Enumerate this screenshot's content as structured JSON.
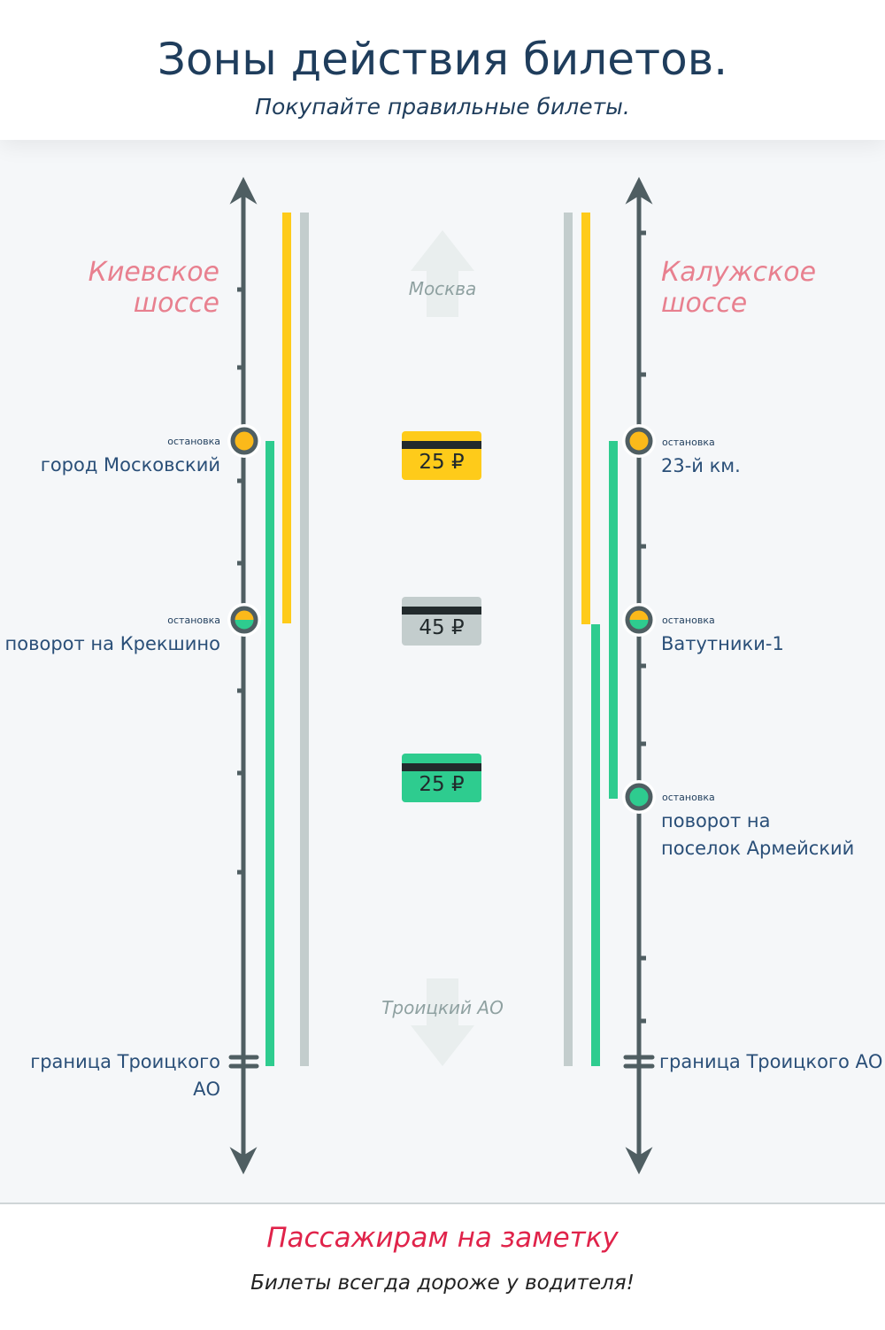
{
  "header": {
    "title": "Зоны действия билетов.",
    "subtitle": "Покупайте правильные билеты."
  },
  "directions": {
    "up": "Москва",
    "down": "Троицкий АО"
  },
  "left_road": {
    "name": "Киевское шоссе",
    "stops": [
      {
        "caption": "остановка",
        "name": "город Московский",
        "zone": "yellow"
      },
      {
        "caption": "остановка",
        "name": "поворот на Крекшино",
        "zone": "yellow-green"
      }
    ],
    "border": "граница Троицкого АО"
  },
  "right_road": {
    "name": "Калужское шоссе",
    "stops": [
      {
        "caption": "остановка",
        "name": "23-й км.",
        "zone": "yellow"
      },
      {
        "caption": "остановка",
        "name": "Ватутники-1",
        "zone": "yellow-green"
      },
      {
        "caption": "остановка",
        "name": "поворот на поселок Армейский",
        "zone": "green"
      }
    ],
    "border": "граница Троицкого АО"
  },
  "tickets": [
    {
      "price": "25 ₽",
      "color": "#fecb1a"
    },
    {
      "price": "45 ₽",
      "color": "#c3cdcd"
    },
    {
      "price": "25 ₽",
      "color": "#2ecc8f"
    }
  ],
  "footer": {
    "title": "Пассажирам на заметку",
    "text": "Билеты всегда дороже у водителя!"
  },
  "colors": {
    "yellow": "#fecb1a",
    "green": "#2ecc8f",
    "gray": "#c3cdcd",
    "road": "#4f5e62",
    "navy": "#1f3d5c",
    "pink": "#e8808f",
    "red": "#e0234a"
  }
}
